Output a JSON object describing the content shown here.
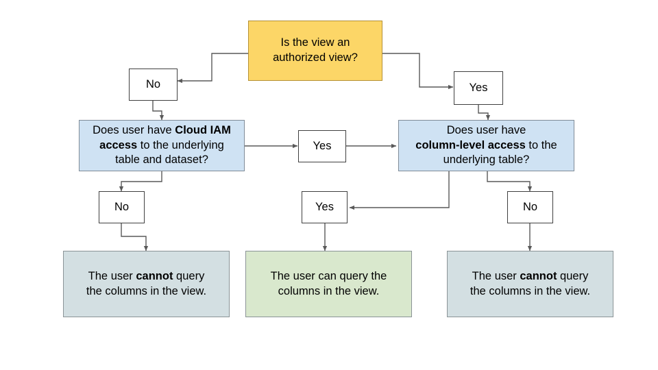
{
  "diagram": {
    "title": "Authorized view column access decision flow",
    "background": "#ffffff",
    "edge_color": "#595959",
    "colors": {
      "start_fill": "#fcd667",
      "start_stroke": "#b59035",
      "decision_fill": "#cfe2f3",
      "decision_stroke": "#7f8b97",
      "label_fill": "#ffffff",
      "label_stroke": "#3f3f3f",
      "terminal_deny_fill": "#d3dfe2",
      "terminal_allow_fill": "#d9e8cd",
      "terminal_stroke": "#8a9396",
      "text": "#000000"
    }
  },
  "nodes": {
    "start": {
      "text": "Is the view an\nauthorized view?",
      "kind": "start"
    },
    "label_no_top": {
      "text": "No",
      "kind": "label"
    },
    "label_yes_top": {
      "text": "Yes",
      "kind": "label"
    },
    "decision_iam": {
      "line1_pre": "Does user have ",
      "line1_bold": "Cloud IAM",
      "line2_bold": "access",
      "line2_post": " to the underlying",
      "line3": "table and dataset?",
      "plain": "Does user have Cloud IAM access to the underlying table and dataset?",
      "kind": "decision"
    },
    "label_yes_mid": {
      "text": "Yes",
      "kind": "label"
    },
    "decision_column": {
      "line1": "Does user have",
      "line2_bold": "column-level access",
      "line2_post": " to the",
      "line3": "underlying table?",
      "plain": "Does user have column-level access to the underlying table?",
      "kind": "decision"
    },
    "label_no_left": {
      "text": "No",
      "kind": "label"
    },
    "label_yes_bottom": {
      "text": "Yes",
      "kind": "label"
    },
    "label_no_right": {
      "text": "No",
      "kind": "label"
    },
    "terminal_deny_left": {
      "pre": "The user ",
      "bold": "cannot",
      "post": " query",
      "line2": "the columns in the view.",
      "plain": "The user cannot query the columns in the view.",
      "kind": "terminal-deny"
    },
    "terminal_allow": {
      "line1": "The user can query the",
      "line2": "columns in the view.",
      "plain": "The user can query the columns in the view.",
      "kind": "terminal-allow"
    },
    "terminal_deny_right": {
      "pre": "The user ",
      "bold": "cannot",
      "post": " query",
      "line2": "the columns in the view.",
      "plain": "The user cannot query the columns in the view.",
      "kind": "terminal-deny"
    }
  },
  "edges": [
    {
      "from": "start",
      "to": "label_no_top",
      "label": ""
    },
    {
      "from": "start",
      "to": "label_yes_top",
      "label": ""
    },
    {
      "from": "label_no_top",
      "to": "decision_iam",
      "label": ""
    },
    {
      "from": "label_yes_top",
      "to": "decision_column",
      "label": ""
    },
    {
      "from": "decision_iam",
      "to": "label_yes_mid",
      "label": ""
    },
    {
      "from": "label_yes_mid",
      "to": "decision_column",
      "label": ""
    },
    {
      "from": "decision_iam",
      "to": "label_no_left",
      "label": ""
    },
    {
      "from": "label_no_left",
      "to": "terminal_deny_left",
      "label": ""
    },
    {
      "from": "decision_column",
      "to": "label_yes_bottom",
      "label": ""
    },
    {
      "from": "label_yes_bottom",
      "to": "terminal_allow",
      "label": ""
    },
    {
      "from": "decision_column",
      "to": "label_no_right",
      "label": ""
    },
    {
      "from": "label_no_right",
      "to": "terminal_deny_right",
      "label": ""
    }
  ]
}
